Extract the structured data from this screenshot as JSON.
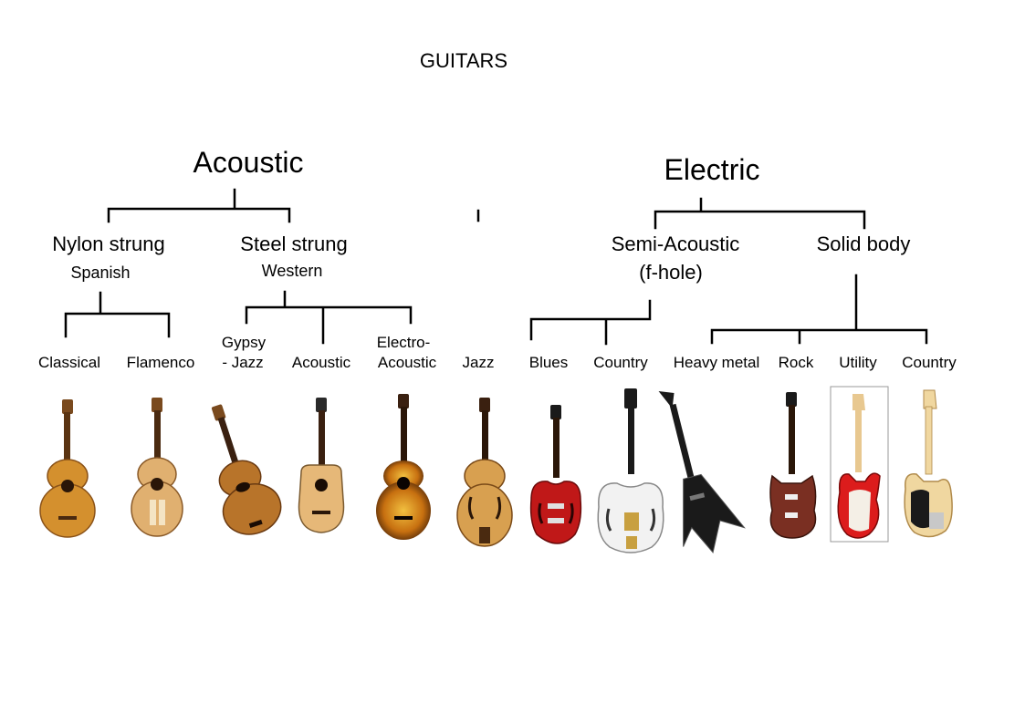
{
  "title": "GUITARS",
  "acoustic": {
    "label": "Acoustic",
    "nylon": {
      "label": "Nylon strung",
      "sub": "Spanish"
    },
    "steel": {
      "label": "Steel strung",
      "sub": "Western"
    }
  },
  "electric": {
    "label": "Electric",
    "semi": {
      "label_line1": "Semi-Acoustic",
      "label_line2": "(f-hole)"
    },
    "solid": {
      "label": "Solid body"
    }
  },
  "leaves": {
    "classical": "Classical",
    "flamenco": "Flamenco",
    "gypsy_line1": "Gypsy",
    "gypsy_line2": "- Jazz",
    "acoustic": "Acoustic",
    "electro_line1": "Electro-",
    "electro_line2": "Acoustic",
    "jazz": "Jazz",
    "blues": "Blues",
    "country_semi": "Country",
    "heavy_metal": "Heavy metal",
    "rock": "Rock",
    "utility": "Utility",
    "country_solid": "Country"
  },
  "colors": {
    "nylon_body": "#d4902e",
    "steel_body": "#e0b070",
    "sunburst": "#e0a020",
    "red": "#c01818",
    "white": "#f2f2f2",
    "black": "#1a1a1a",
    "cherry": "#7a2f22",
    "butterscotch": "#f0d7a0"
  }
}
